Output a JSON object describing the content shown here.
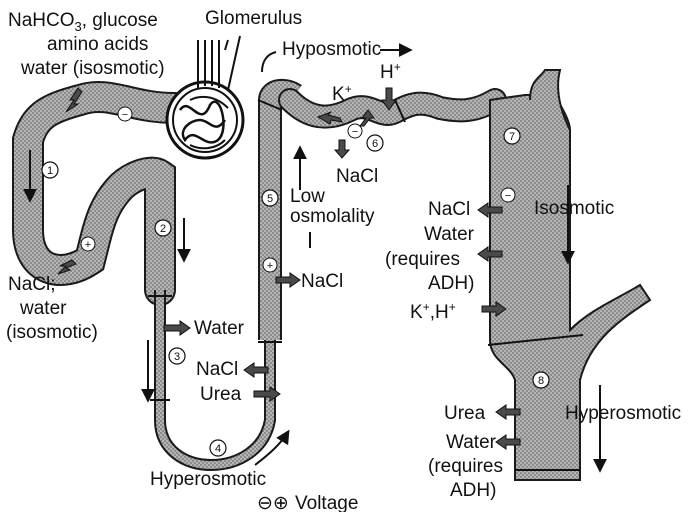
{
  "title": "",
  "labels": {
    "pct_solutes_1": "NaHCO",
    "pct_solutes_sub": "3",
    "pct_solutes_2": ", glucose",
    "pct_solutes_3": "amino acids",
    "pct_solutes_4": "water (isosmotic)",
    "glomerulus": "Glomerulus",
    "hyposmotic": "Hyposmotic",
    "k_plus": "K",
    "h_plus": "H",
    "plus_sup": "+",
    "nacl_dct": "NaCl",
    "low": "Low",
    "osmolality": "osmolality",
    "nacl_pct_1": "NaCl;",
    "nacl_pct_2": "water",
    "nacl_pct_3": "(isosmotic)",
    "water_desc": "Water",
    "nacl_asc_thin": "NaCl",
    "urea_asc_thin": "Urea",
    "nacl_thick": "NaCl",
    "hyperosmotic_loop": "Hyperosmotic",
    "voltage": "Voltage",
    "voltage_symbols": "⊖⊕",
    "nacl_cd": "NaCl",
    "water_cd": "Water",
    "requires_cd": "(requires",
    "adh_cd": "ADH)",
    "k_h_cd": "K",
    "k_h_cd_2": ",H",
    "isosmotic": "Isosmotic",
    "urea_imcd": "Urea",
    "water_imcd": "Water",
    "requires_imcd": "(requires",
    "adh_imcd": "ADH)",
    "hyperosmotic_cd": "Hyperosmotic"
  },
  "segments": [
    "1",
    "2",
    "3",
    "4",
    "5",
    "6",
    "7",
    "8"
  ],
  "charges": {
    "minus": "−",
    "plus": "+"
  }
}
